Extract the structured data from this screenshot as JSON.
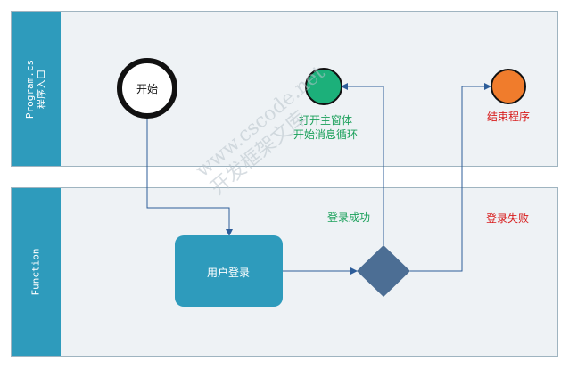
{
  "lanes": [
    {
      "title_line1": "Program.cs",
      "title_line2": "程序入口"
    },
    {
      "title_line1": "Function"
    }
  ],
  "nodes": {
    "start_label": "开始",
    "main_window_line1": "打开主窗体",
    "main_window_line2": "开始消息循环",
    "end_label": "结束程序",
    "login_label": "用户登录"
  },
  "edges": {
    "success_label": "登录成功",
    "fail_label": "登录失败"
  },
  "watermark": {
    "line1": "www.cscode.net",
    "line2": "开发框架文库"
  },
  "colors": {
    "lane_header": "#2e9bbc",
    "lane_body": "#eef2f5",
    "main_window_node": "#1cb07a",
    "end_node": "#f07c2c",
    "login_box": "#2e9bbc",
    "decision": "#4c6e94",
    "connector": "#2d5d99"
  }
}
